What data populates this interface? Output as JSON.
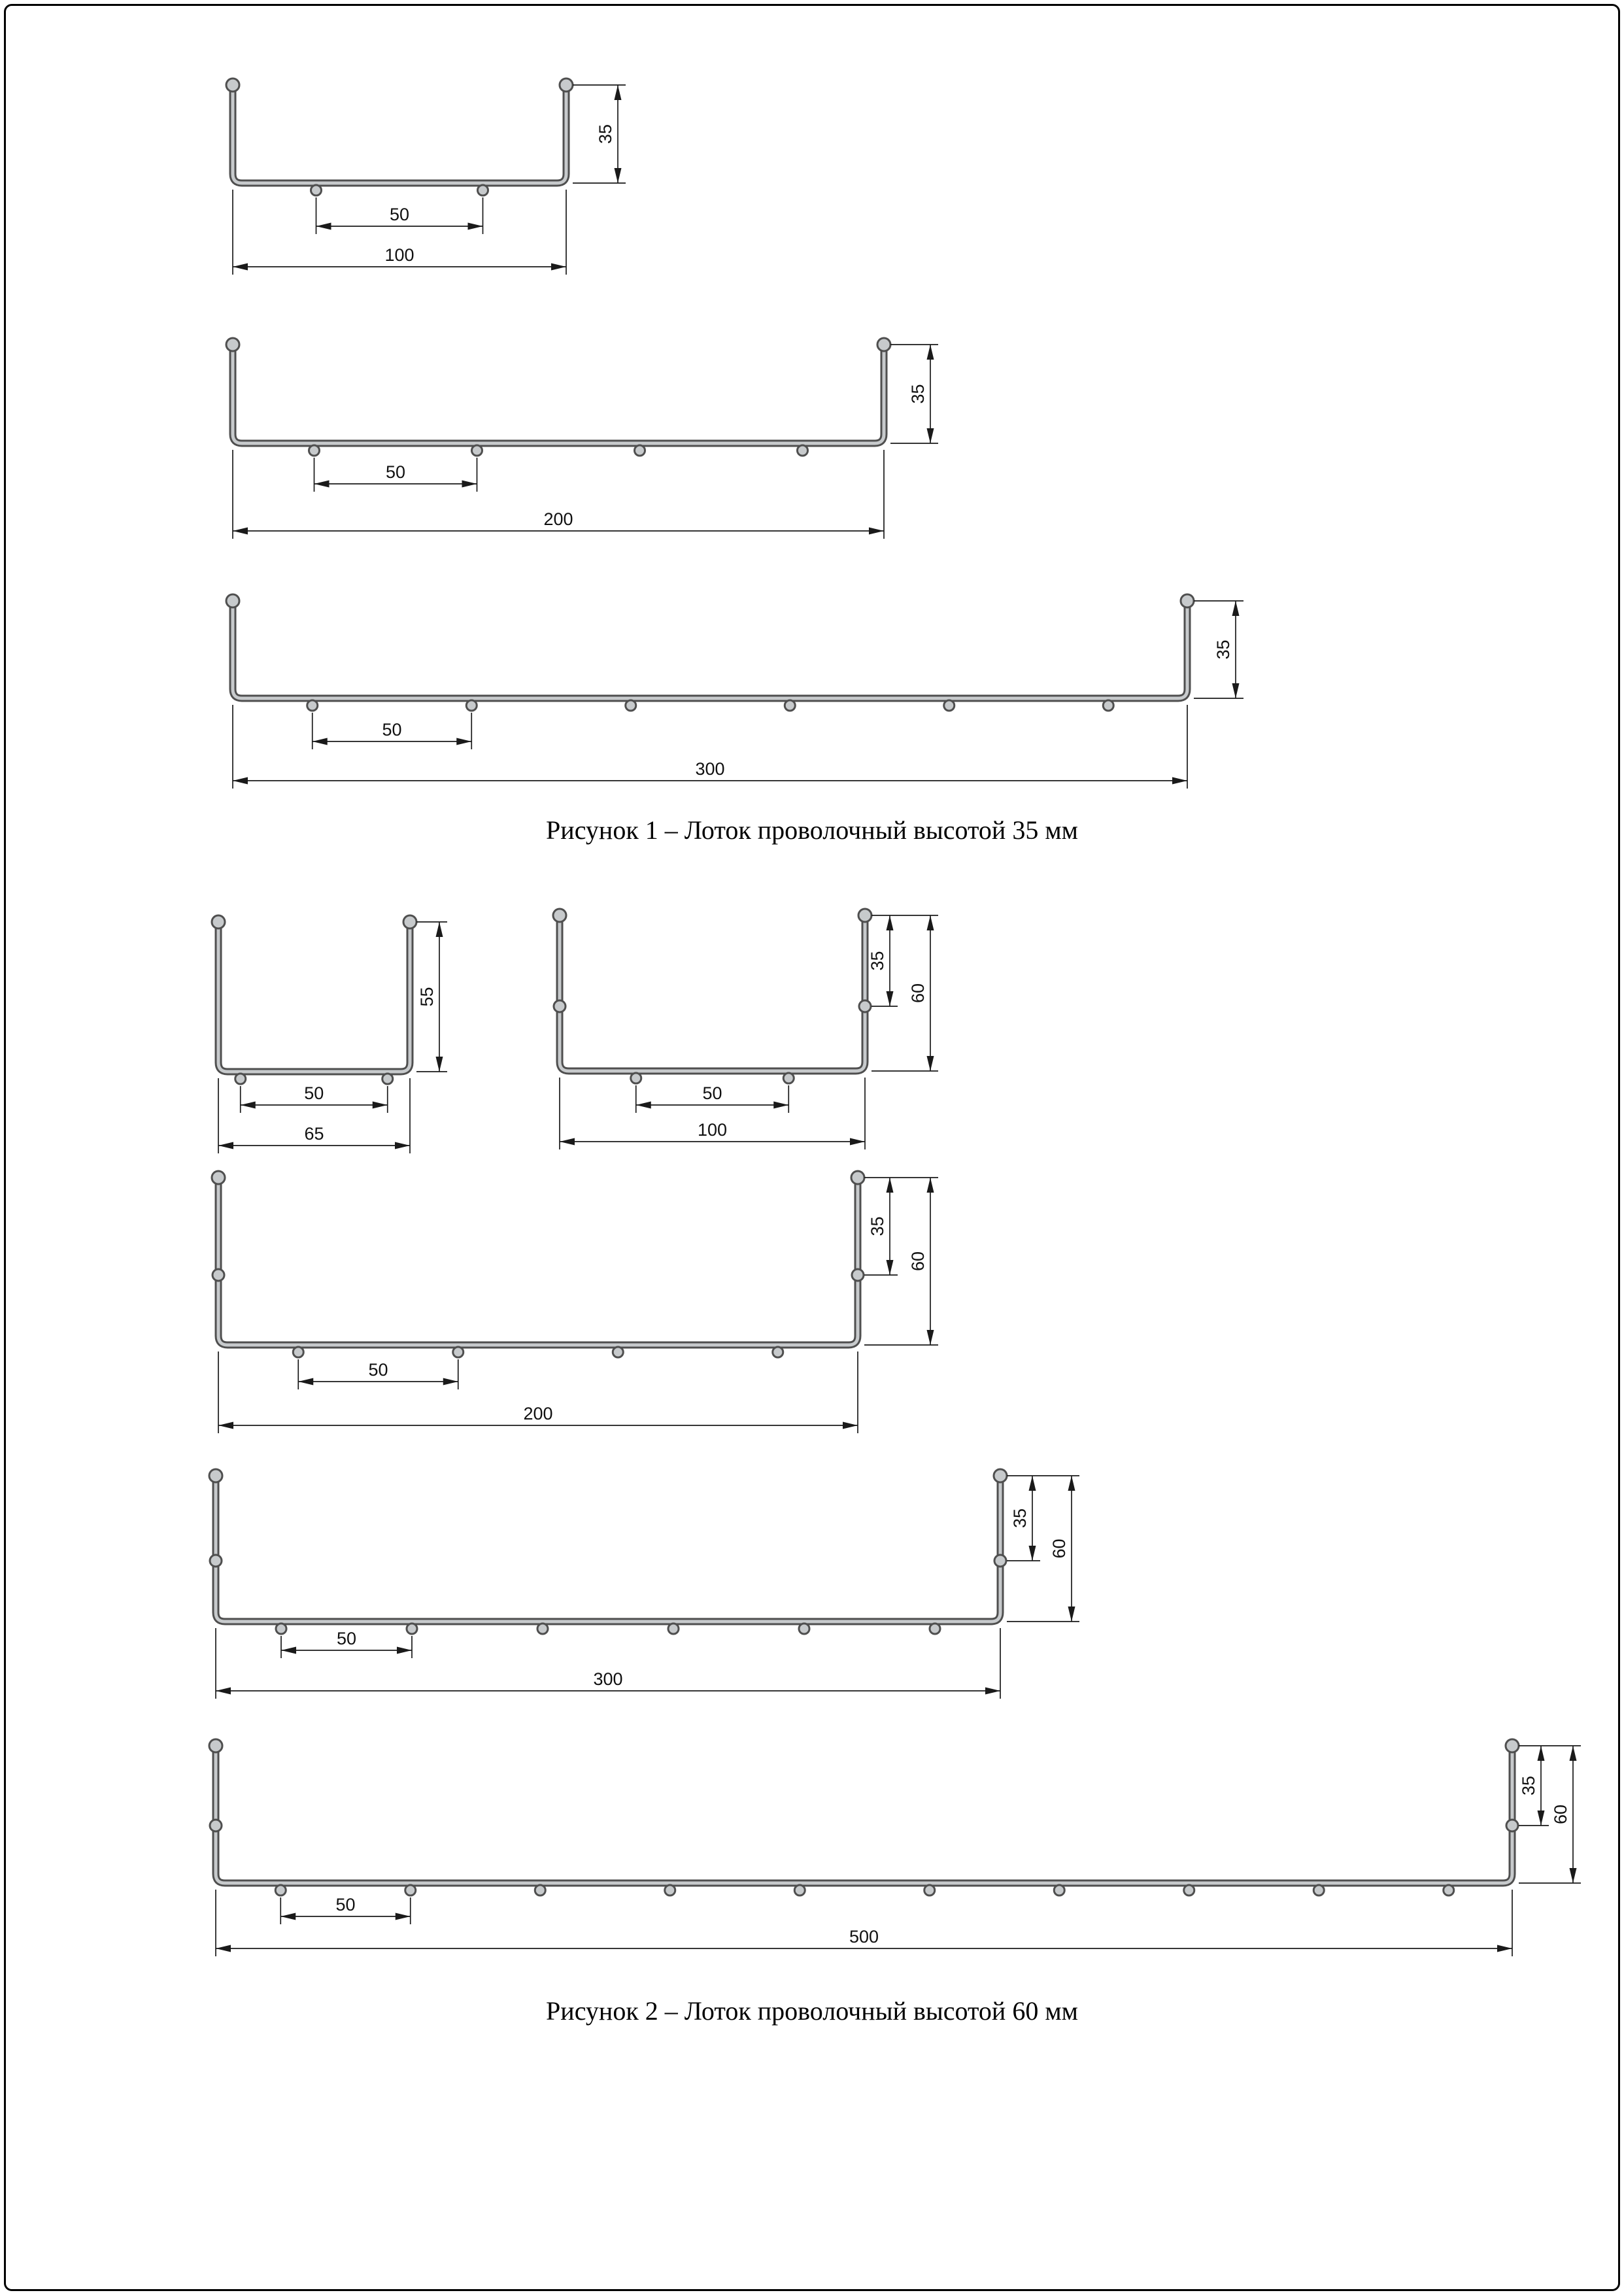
{
  "figures": [
    {
      "caption": "Рисунок 1 – Лоток проволочный высотой 35 мм",
      "drawings": [
        {
          "width_label": "100",
          "spacing_label": "50",
          "height_label": "35"
        },
        {
          "width_label": "200",
          "spacing_label": "50",
          "height_label": "35"
        },
        {
          "width_label": "300",
          "spacing_label": "50",
          "height_label": "35"
        }
      ]
    },
    {
      "caption": "Рисунок 2 – Лоток проволочный высотой 60 мм",
      "drawings": [
        {
          "width_label": "65",
          "spacing_label": "50",
          "height_label": "55"
        },
        {
          "width_label": "100",
          "spacing_label": "50",
          "height_label": "60",
          "upper_height_label": "35"
        },
        {
          "width_label": "200",
          "spacing_label": "50",
          "height_label": "60",
          "upper_height_label": "35"
        },
        {
          "width_label": "300",
          "spacing_label": "50",
          "height_label": "60",
          "upper_height_label": "35"
        },
        {
          "width_label": "500",
          "spacing_label": "50",
          "height_label": "60",
          "upper_height_label": "35"
        }
      ]
    }
  ]
}
